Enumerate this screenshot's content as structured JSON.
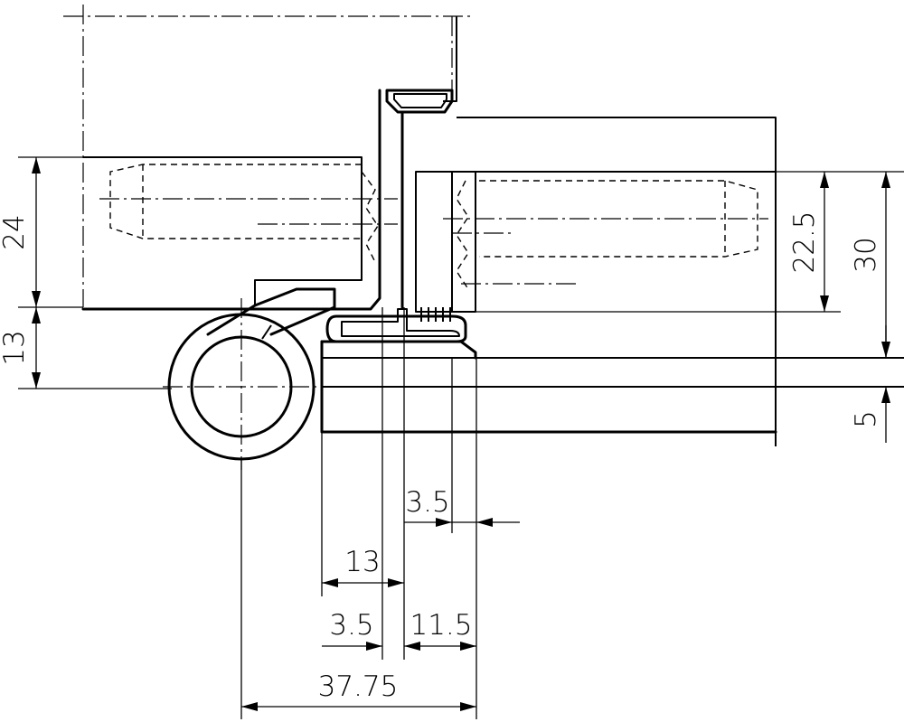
{
  "dimensions": {
    "d_24": "24",
    "d_13_left": "13",
    "d_22_5": "22.5",
    "d_30": "30",
    "d_5": "5",
    "d_3_5_top": "3.5",
    "d_13_bottom": "13",
    "d_3_5_bottom": "3.5",
    "d_11_5": "11.5",
    "d_37_75": "37.75"
  }
}
